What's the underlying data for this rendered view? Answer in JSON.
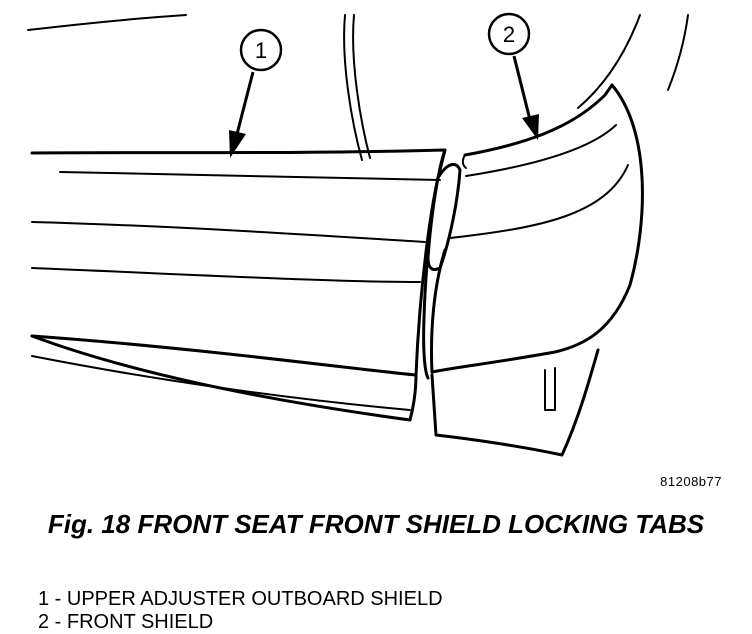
{
  "figure": {
    "callouts": [
      {
        "number": "1"
      },
      {
        "number": "2"
      }
    ],
    "code": "81208b77"
  },
  "caption": "Fig. 18 FRONT SEAT FRONT SHIELD LOCKING TABS",
  "legend": [
    {
      "text": "1 - UPPER ADJUSTER OUTBOARD SHIELD"
    },
    {
      "text": "2 - FRONT SHIELD"
    }
  ],
  "colors": {
    "line": "#000000",
    "background": "#ffffff"
  }
}
